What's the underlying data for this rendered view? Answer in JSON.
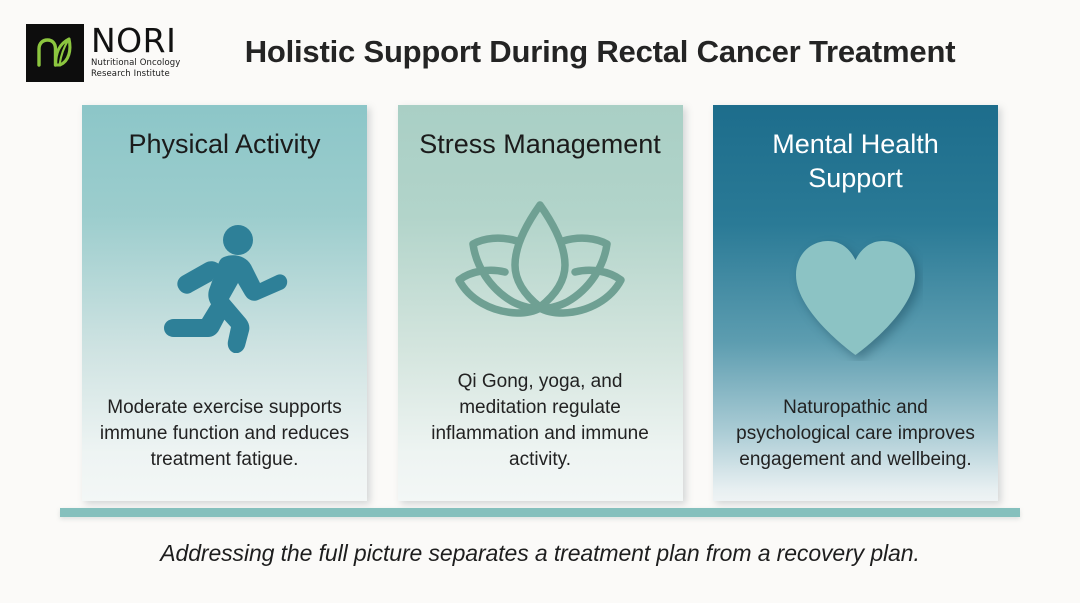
{
  "header": {
    "logo": {
      "mark_icon": "leaf-logo-icon",
      "wordmark": "NORI",
      "tagline_line1": "Nutritional Oncology",
      "tagline_line2": "Research Institute",
      "mark_bg_color": "#0d0d0d",
      "leaf_color": "#8cc63f"
    },
    "title": "Holistic Support During Rectal Cancer Treatment"
  },
  "cards": [
    {
      "title": "Physical Activity",
      "icon": "running-person-icon",
      "icon_color": "#2e8098",
      "body": "Moderate exercise supports immune function and reduces treatment fatigue.",
      "top_color": "#8cc6c8",
      "bottom_color": "#f3f7f6",
      "title_color": "#1b1b1b"
    },
    {
      "title": "Stress Management",
      "icon": "lotus-flower-icon",
      "icon_color": "#6fa093",
      "body": "Qi Gong, yoga, and meditation regulate inflammation and immune activity.",
      "top_color": "#a9cfc5",
      "bottom_color": "#f3f7f6",
      "title_color": "#1b1b1b"
    },
    {
      "title": "Mental Health Support",
      "icon": "heart-icon",
      "icon_color": "#8cc3c4",
      "body": "Naturopathic and psychological care improves engagement and wellbeing.",
      "top_color": "#1d6d8c",
      "bottom_color": "#eef3f4",
      "title_color": "#ffffff"
    }
  ],
  "divider": {
    "color": "#85c0bd"
  },
  "footer": {
    "quote": "Addressing the full picture separates a treatment plan from a recovery plan."
  },
  "background_color": "#fbfaf8"
}
